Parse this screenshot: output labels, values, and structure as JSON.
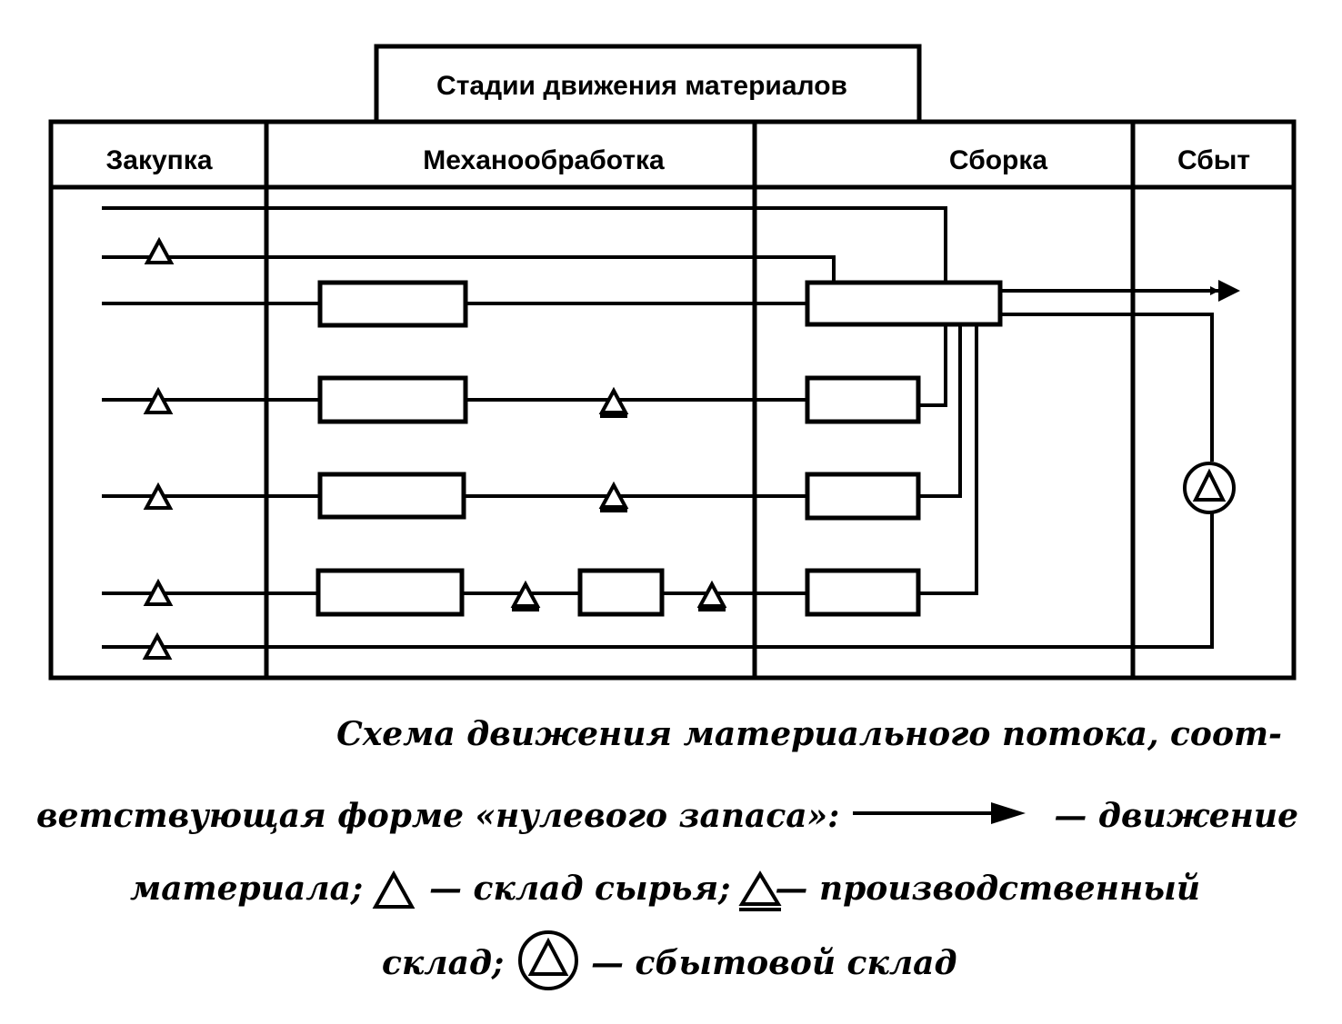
{
  "title": "Стадии движения материалов",
  "stages": [
    "Закупка",
    "Механообработка",
    "Сборка",
    "Сбыт"
  ],
  "caption": {
    "line1": "Схема движения материального потока, соот-",
    "line2a": "ветствующая форме «нулевого запаса»:",
    "line2b": "— движение",
    "line3a": "материала;",
    "line3b": "— склад сырья;",
    "line3c": "— производственный",
    "line4a": "склад;",
    "line4b": "— сбытовой склад"
  }
}
